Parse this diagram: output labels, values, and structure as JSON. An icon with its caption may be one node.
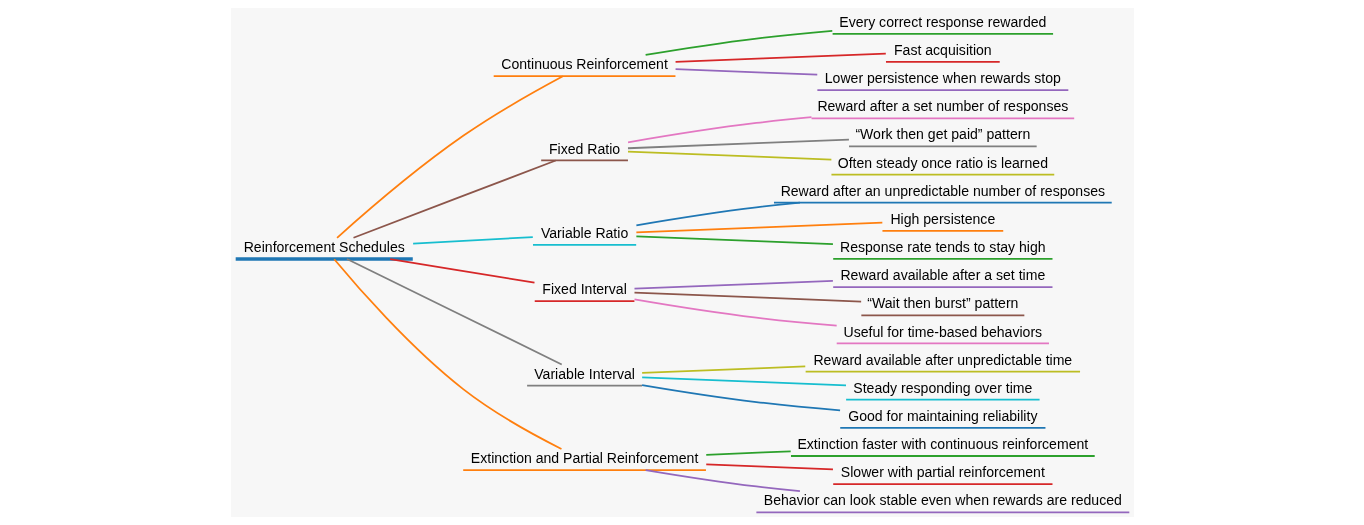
{
  "diagram": {
    "nodes": [
      {
        "text": [
          "Reinforcement Schedules"
        ]
      },
      {
        "text": [
          "Continuous Reinforcement"
        ]
      },
      {
        "text": [
          "Every correct response rewarded"
        ]
      },
      {
        "text": [
          "Fast acquisition"
        ]
      },
      {
        "text": [
          "Lower persistence when rewards stop"
        ]
      },
      {
        "text": [
          "Fixed Ratio"
        ]
      },
      {
        "text": [
          "Reward after a set number of responses"
        ]
      },
      {
        "text": [
          "“Work then get paid” pattern"
        ]
      },
      {
        "text": [
          "Often steady once ratio is learned"
        ]
      },
      {
        "text": [
          "Variable Ratio"
        ]
      },
      {
        "text": [
          "Reward after an unpredictable number of responses"
        ]
      },
      {
        "text": [
          "High persistence"
        ]
      },
      {
        "text": [
          "Response rate tends to stay high"
        ]
      },
      {
        "text": [
          "Fixed Interval"
        ]
      },
      {
        "text": [
          "Reward available after a set time"
        ]
      },
      {
        "text": [
          "“Wait then burst” pattern"
        ]
      },
      {
        "text": [
          "Useful for time-based behaviors"
        ]
      },
      {
        "text": [
          "Variable Interval"
        ]
      },
      {
        "text": [
          "Reward available after unpredictable time"
        ]
      },
      {
        "text": [
          "Steady responding over time"
        ]
      },
      {
        "text": [
          "Good for maintaining reliability"
        ]
      },
      {
        "text": [
          "Extinction and Partial Reinforcement"
        ]
      },
      {
        "text": [
          "Extinction faster with continuous reinforcement"
        ]
      },
      {
        "text": [
          "Slower with partial reinforcement"
        ]
      },
      {
        "text": [
          "Behavior can look stable even when rewards are reduced"
        ]
      }
    ],
    "edges": [
      {
        "from": 0,
        "to": 1,
        "arrow": "none",
        "color": "#ff7f0e"
      },
      {
        "from": 1,
        "to": 2,
        "arrow": "none",
        "color": "#2ca02c"
      },
      {
        "from": 1,
        "to": 3,
        "arrow": "none",
        "color": "#d62728"
      },
      {
        "from": 1,
        "to": 4,
        "arrow": "none",
        "color": "#9467bd"
      },
      {
        "from": 0,
        "to": 5,
        "arrow": "none",
        "color": "#8c564b"
      },
      {
        "from": 5,
        "to": 6,
        "arrow": "none",
        "color": "#e377c2"
      },
      {
        "from": 5,
        "to": 7,
        "arrow": "none",
        "color": "#7f7f7f"
      },
      {
        "from": 5,
        "to": 8,
        "arrow": "none",
        "color": "#bcbd22"
      },
      {
        "from": 0,
        "to": 9,
        "arrow": "none",
        "color": "#17becf"
      },
      {
        "from": 9,
        "to": 10,
        "arrow": "none",
        "color": "#1f77b4"
      },
      {
        "from": 9,
        "to": 11,
        "arrow": "none",
        "color": "#ff7f0e"
      },
      {
        "from": 9,
        "to": 12,
        "arrow": "none",
        "color": "#2ca02c"
      },
      {
        "from": 0,
        "to": 13,
        "arrow": "none",
        "color": "#d62728"
      },
      {
        "from": 13,
        "to": 14,
        "arrow": "none",
        "color": "#9467bd"
      },
      {
        "from": 13,
        "to": 15,
        "arrow": "none",
        "color": "#8c564b"
      },
      {
        "from": 13,
        "to": 16,
        "arrow": "none",
        "color": "#e377c2"
      },
      {
        "from": 0,
        "to": 17,
        "arrow": "none",
        "color": "#7f7f7f"
      },
      {
        "from": 17,
        "to": 18,
        "arrow": "none",
        "color": "#bcbd22"
      },
      {
        "from": 17,
        "to": 19,
        "arrow": "none",
        "color": "#17becf"
      },
      {
        "from": 17,
        "to": 20,
        "arrow": "none",
        "color": "#1f77b4"
      },
      {
        "from": 0,
        "to": 21,
        "arrow": "none",
        "color": "#ff7f0e"
      },
      {
        "from": 21,
        "to": 22,
        "arrow": "none",
        "color": "#2ca02c"
      },
      {
        "from": 21,
        "to": 23,
        "arrow": "none",
        "color": "#d62728"
      },
      {
        "from": 21,
        "to": 24,
        "arrow": "none",
        "color": "#9467bd"
      }
    ]
  }
}
